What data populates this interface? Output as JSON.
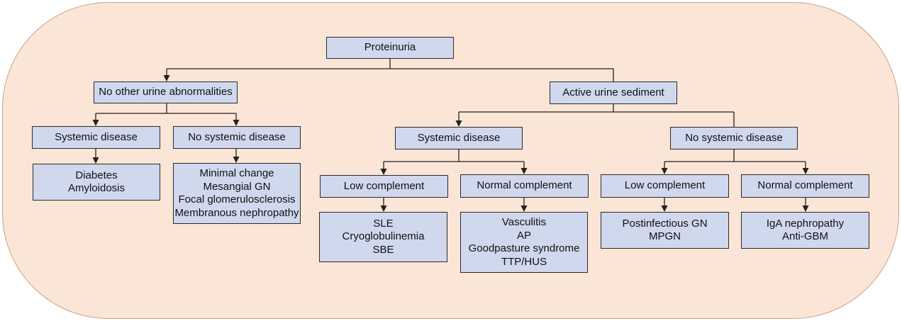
{
  "diagram": {
    "root": "Proteinuria",
    "branches": [
      {
        "label": "No other urine abnormalities",
        "children": [
          {
            "label": "Systemic disease",
            "items": [
              "Diabetes",
              "Amyloidosis"
            ]
          },
          {
            "label": "No systemic disease",
            "items": [
              "Minimal change",
              "Mesangial GN",
              "Focal glomerulosclerosis",
              "Membranous nephropathy"
            ]
          }
        ]
      },
      {
        "label": "Active urine sediment",
        "children": [
          {
            "label": "Systemic disease",
            "children": [
              {
                "label": "Low complement",
                "items": [
                  "SLE",
                  "Cryoglobulinemia",
                  "SBE"
                ]
              },
              {
                "label": "Normal complement",
                "items": [
                  "Vasculitis",
                  "AP",
                  "Goodpasture syndrome",
                  "TTP/HUS"
                ]
              }
            ]
          },
          {
            "label": "No systemic disease",
            "children": [
              {
                "label": "Low complement",
                "items": [
                  "Postinfectious GN",
                  "MPGN"
                ]
              },
              {
                "label": "Normal complement",
                "items": [
                  "IgA nephropathy",
                  "Anti-GBM"
                ]
              }
            ]
          }
        ]
      }
    ]
  },
  "colors": {
    "box_fill": "#d0d8ee",
    "box_border": "#2a2a2a",
    "background": "#fbe5d6",
    "background_border": "#c7a488",
    "connector": "#222222"
  }
}
